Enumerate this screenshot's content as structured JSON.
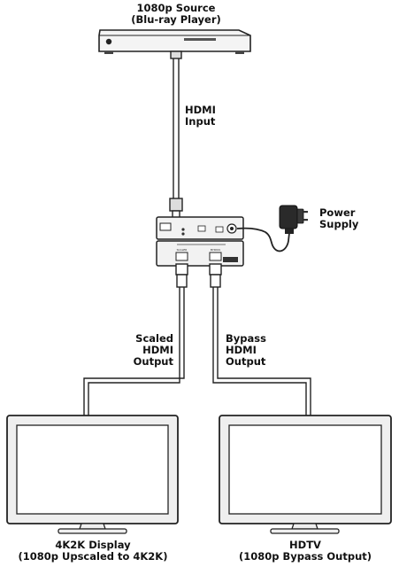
{
  "source": {
    "line1": "1080p Source",
    "line2": "(Blu-ray Player)"
  },
  "hdmi_input": {
    "line1": "HDMI",
    "line2": "Input"
  },
  "power_supply": {
    "line1": "Power",
    "line2": "Supply"
  },
  "scaled_output": {
    "line1": "Scaled",
    "line2": "HDMI",
    "line3": "Output"
  },
  "bypass_output": {
    "line1": "Bypass",
    "line2": "HDMI",
    "line3": "Output"
  },
  "display_left": {
    "line1": "4K2K Display",
    "line2": "(1080p Upscaled to 4K2K)"
  },
  "display_right": {
    "line1": "HDTV",
    "line2": "(1080p Bypass Output)"
  },
  "device_port_labels": {
    "scaler": "SCALER",
    "bypass": "BYPASS"
  },
  "colors": {
    "line": "#222222",
    "device_fill": "#f2f2f2",
    "screen_fill": "#ffffff"
  }
}
